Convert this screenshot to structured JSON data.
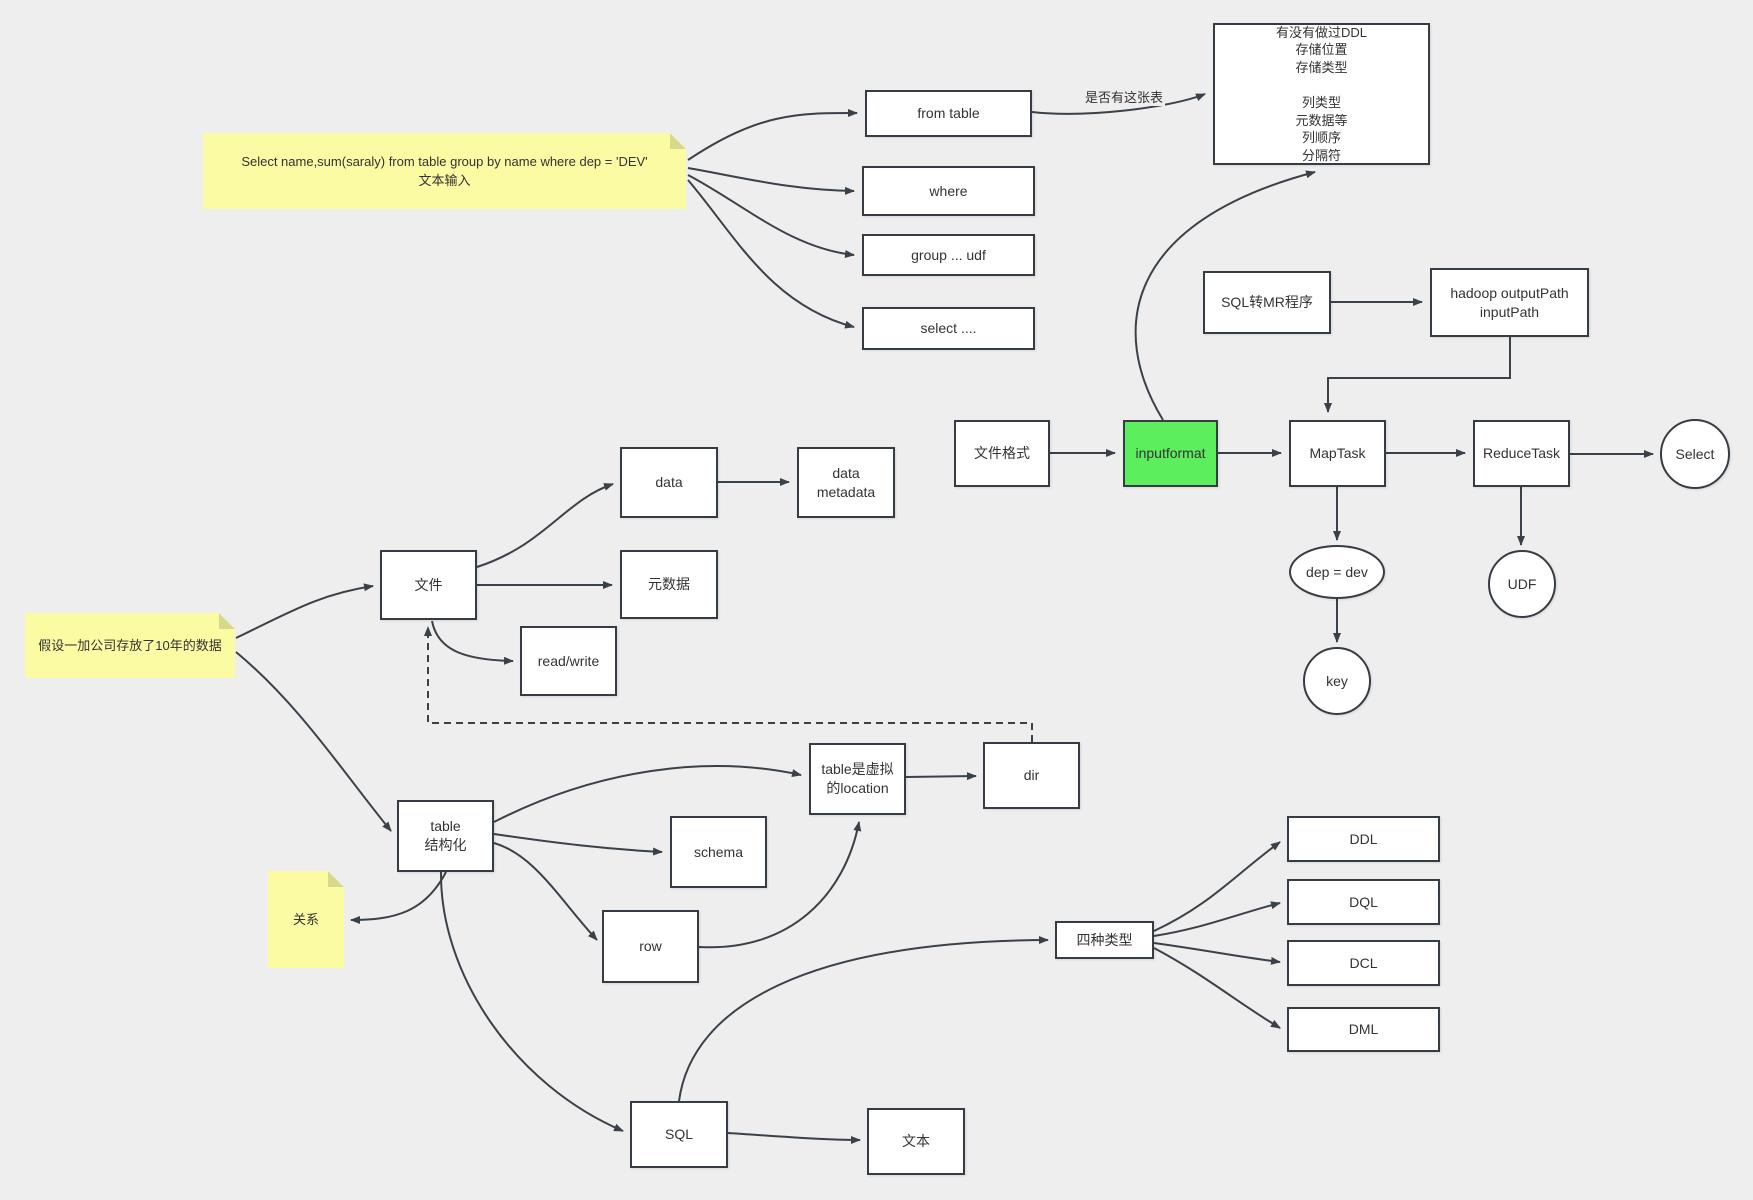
{
  "colors": {
    "canvas": "#EEEEEE",
    "node_fill": "#FFFFFF",
    "node_border": "#363C43",
    "highlight_green": "#5CEE5C",
    "note_fill": "#FBFBA3",
    "note_fold": "#D9D98B",
    "edge": "#3B4148",
    "text": "#333333"
  },
  "notes": {
    "sql_input": "Select name,sum(saraly)  from table  group by name where dep = 'DEV'\n文本输入",
    "ten_years": "假设一加公司存放了10年的数据",
    "relation": "关系"
  },
  "edge_labels": {
    "table_exists": "是否有这张表"
  },
  "nodes": {
    "from_table": "from table",
    "where": "where",
    "group_udf": "group ... udf",
    "select_dots": "select ....",
    "ddl_info": "有没有做过DDL\n存储位置\n存储类型\n\n列类型\n元数据等\n列顺序\n分隔符",
    "sql_to_mr": "SQL转MR程序",
    "hadoop_paths": "hadoop outputPath\ninputPath",
    "file_format": "文件格式",
    "inputformat": "inputformat",
    "map_task": "MapTask",
    "reduce_task": "ReduceTask",
    "select_circle": "Select",
    "dep_dev": "dep = dev",
    "key": "key",
    "udf": "UDF",
    "file": "文件",
    "data": "data",
    "data_metadata": "data\nmetadata",
    "metadata_cn": "元数据",
    "read_write": "read/write",
    "table_structured": "table\n结构化",
    "schema": "schema",
    "row": "row",
    "table_virtual": "table是虚拟\n的location",
    "dir": "dir",
    "sql": "SQL",
    "text_cn": "文本",
    "four_types": "四种类型",
    "ddl": "DDL",
    "dql": "DQL",
    "dcl": "DCL",
    "dml": "DML"
  }
}
